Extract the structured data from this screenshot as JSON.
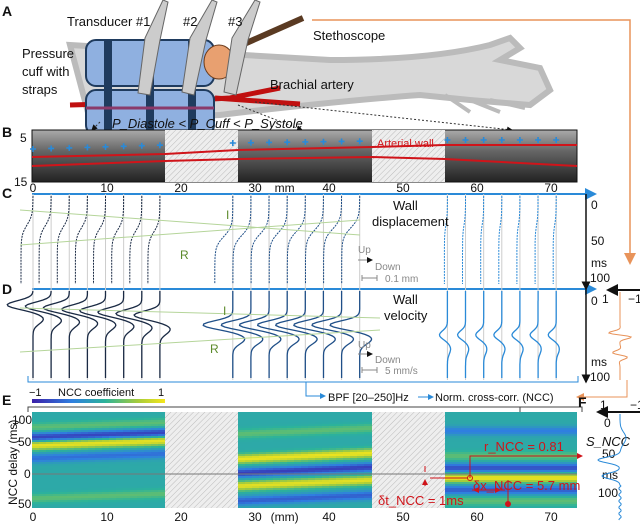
{
  "panels": {
    "A": "A",
    "B": "B",
    "C": "C",
    "D": "D",
    "E": "E",
    "F": "F"
  },
  "panel_a": {
    "transducer1": "Transducer #1",
    "transducer2": "#2",
    "transducer3": "#3",
    "stethoscope": "Stethoscope",
    "cuff": [
      "Pressure",
      "cuff with",
      "straps"
    ],
    "artery": "Brachial artery",
    "pressure_relation": "P_Diastole < P_Cuff < P_Systole"
  },
  "panel_b": {
    "wall_label": "Arterial wall",
    "y_ticks": [
      "5",
      "15"
    ],
    "x_ticks": [
      "0",
      "10",
      "20",
      "30",
      "40",
      "50",
      "60",
      "70"
    ],
    "x_unit": "mm"
  },
  "panel_c": {
    "title": [
      "Wall",
      "displacement"
    ],
    "labels": {
      "incident": "I",
      "reflected": "R"
    },
    "up": "Up",
    "down": "Down",
    "scale": "0.1 mm",
    "t_ticks": [
      "0",
      "50",
      "ms",
      "100"
    ]
  },
  "panel_d": {
    "title": [
      "Wall",
      "velocity"
    ],
    "labels": {
      "incident": "I",
      "reflected": "R"
    },
    "up": "Up",
    "down": "Down",
    "scale": "5 mm/s",
    "t_ticks": [
      "0",
      "ms",
      "100"
    ],
    "stetho_axis": [
      "1",
      "−1"
    ]
  },
  "pipeline": {
    "bpf": "BPF [20–250]Hz",
    "ncc": "Norm. cross-corr. (NCC)"
  },
  "panel_e": {
    "colorbar_min": "−1",
    "colorbar_label": "NCC coefficient",
    "colorbar_max": "1",
    "ylabel": "NCC delay (ms)",
    "y_ticks": [
      "100",
      "50",
      "0",
      "50"
    ],
    "x_ticks": [
      "0",
      "10",
      "20",
      "30",
      "(mm)",
      "40",
      "50",
      "60",
      "70"
    ],
    "r_ncc": "r_NCC = 0.81",
    "dt_ncc": "δt_NCC = 1ms",
    "dx_ncc": "δx_NCC = 5.7 mm",
    "s_ncc": "S_NCC"
  },
  "panel_f": {
    "axis": [
      "1",
      "−1"
    ],
    "t_ticks": [
      "0",
      "50",
      "ms",
      "100"
    ]
  },
  "colors": {
    "orange": "#e8935a",
    "blue": "#2a8ad8",
    "red": "#d0141a",
    "navy": "#1f3b5e"
  }
}
